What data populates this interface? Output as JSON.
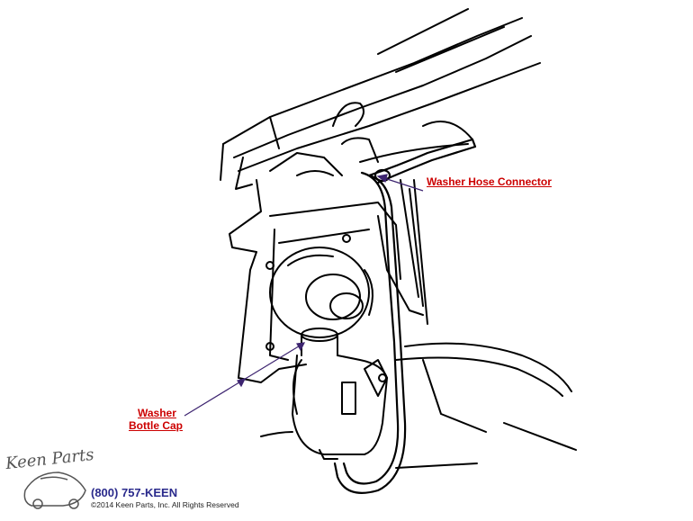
{
  "callouts": {
    "washer_hose_connector": "Washer Hose Connector",
    "washer_bottle_cap_line1": "Washer",
    "washer_bottle_cap_line2": "Bottle Cap"
  },
  "footer": {
    "logo_text": "Keen Parts",
    "phone": "(800) 757-KEEN",
    "copyright": "©2014 Keen Parts, Inc. All Rights Reserved"
  },
  "colors": {
    "label": "#cc0000",
    "leader_arrow": "#3d2470",
    "phone": "#2a2a8c",
    "line_art": "#000000"
  }
}
